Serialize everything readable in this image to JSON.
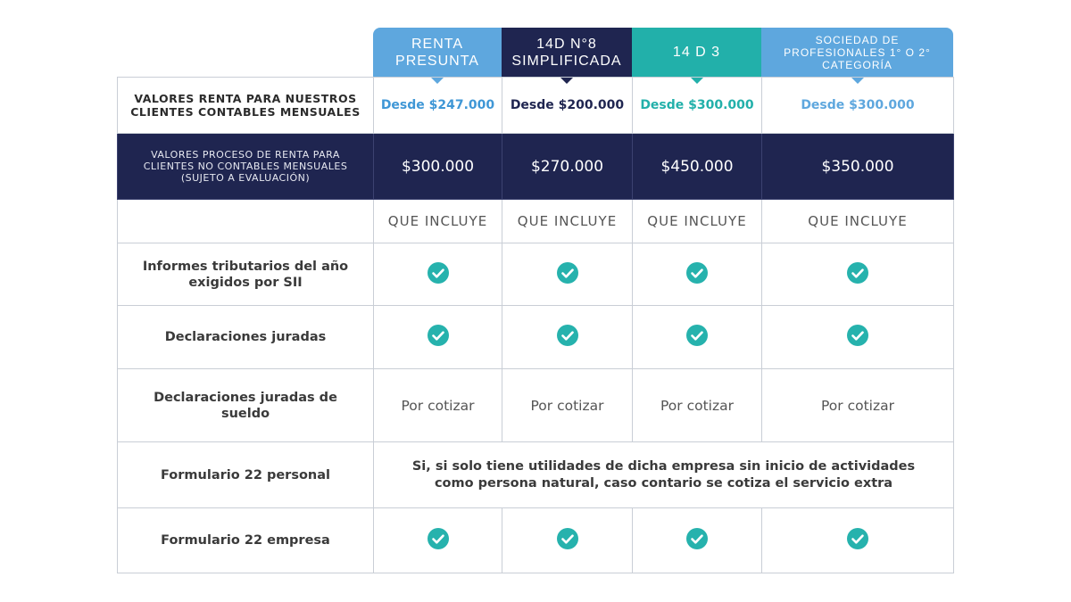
{
  "colors": {
    "renta_presunta": "#5ea7de",
    "simplificada": "#1f2550",
    "d3": "#22b0aa",
    "sociedad": "#5ea7de",
    "check": "#26b2ad"
  },
  "header": {
    "col1": "RENTA\nPRESUNTA",
    "col2": "14D N°8\nSIMPLIFICADA",
    "col3": "14 D 3",
    "col4": "SOCIEDAD DE\nPROFESIONALES 1° O 2°\nCATEGORÍA"
  },
  "rows": {
    "clientes_label": "VALORES RENTA PARA NUESTROS\nCLIENTES CONTABLES MENSUALES",
    "clientes_prices": [
      "Desde $247.000",
      "Desde $200.000",
      "Desde $300.000",
      "Desde $300.000"
    ],
    "no_contables_label": "VALORES PROCESO DE RENTA PARA\nCLIENTES NO CONTABLES MENSUALES\n(SUJETO A EVALUACIÓN)",
    "no_contables_prices": [
      "$300.000",
      "$270.000",
      "$450.000",
      "$350.000"
    ],
    "incluye": [
      "QUE INCLUYE",
      "QUE INCLUYE",
      "QUE INCLUYE",
      "QUE INCLUYE"
    ],
    "informes_label": "Informes tributarios del año\nexigidos por SII",
    "declaraciones_label": "Declaraciones juradas",
    "sueldo_label": "Declaraciones juradas de\nsueldo",
    "sueldo_values": [
      "Por cotizar",
      "Por cotizar",
      "Por cotizar",
      "Por cotizar"
    ],
    "f22_personal_label": "Formulario 22 personal",
    "f22_personal_value": "Si, si solo tiene utilidades de dicha empresa sin inicio de actividades\ncomo persona natural, caso contario se cotiza el servicio extra",
    "f22_empresa_label": "Formulario 22 empresa"
  }
}
